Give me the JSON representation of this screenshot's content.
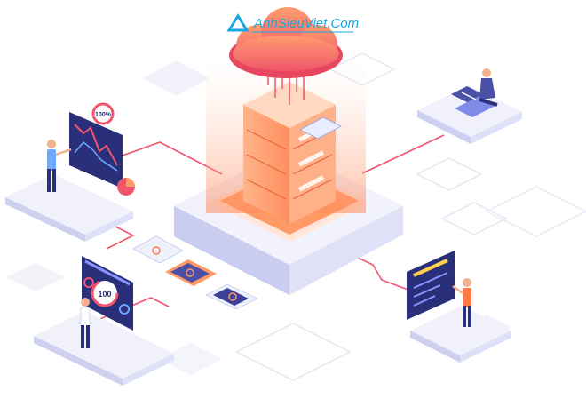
{
  "watermark": {
    "text": "AnhSieuViet.Com",
    "color": "#1aa6e0"
  },
  "gauges": {
    "chart_panel_badge": "100%",
    "dial_panel_value": "100"
  },
  "colors": {
    "accent_orange": "#ff7a45",
    "accent_red": "#f0556b",
    "platform_light": "#eef0fb",
    "platform_side": "#cfd3f0",
    "panel_navy": "#2a2f7a",
    "line_red": "#f0556b"
  },
  "icons": [
    "cloud-icon",
    "server-icon",
    "chip-icon",
    "chart-panel-icon",
    "dial-panel-icon",
    "form-panel-icon",
    "laptop-icon"
  ]
}
